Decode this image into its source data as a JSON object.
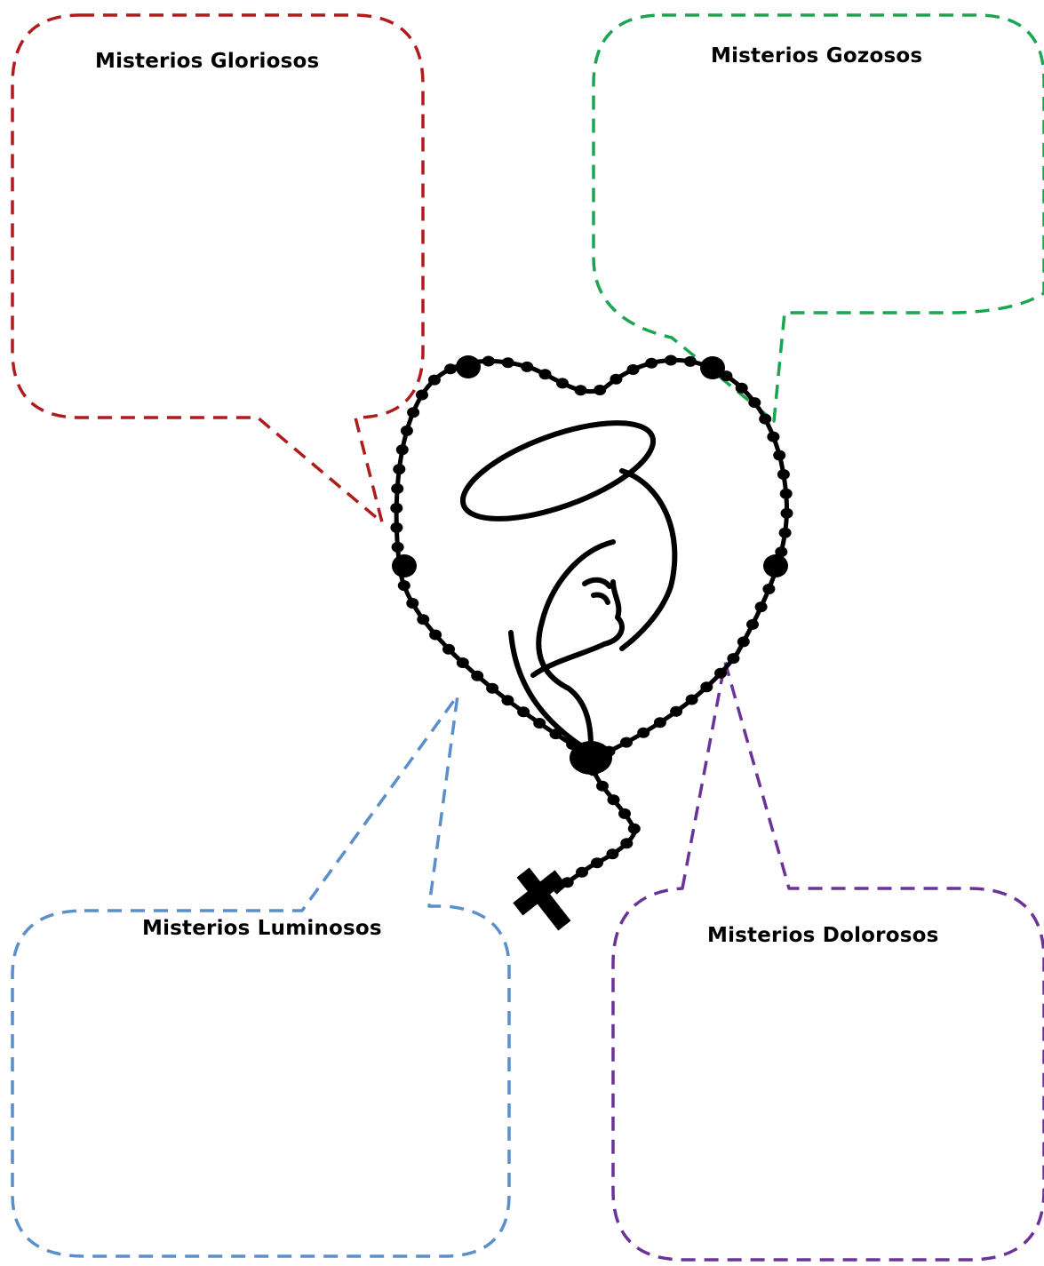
{
  "callouts": {
    "gloriosos": {
      "title": "Misterios Gloriosos",
      "color": "#B01C1C"
    },
    "gozosos": {
      "title": "Misterios Gozosos",
      "color": "#1BA551"
    },
    "luminosos": {
      "title": "Misterios Luminosos",
      "color": "#5B8FCB"
    },
    "dolorosos": {
      "title": "Misterios Dolorosos",
      "color": "#6A3399"
    }
  },
  "illustration": {
    "name": "rosary-heart-with-virgin-mary",
    "ink_color": "#000000"
  }
}
